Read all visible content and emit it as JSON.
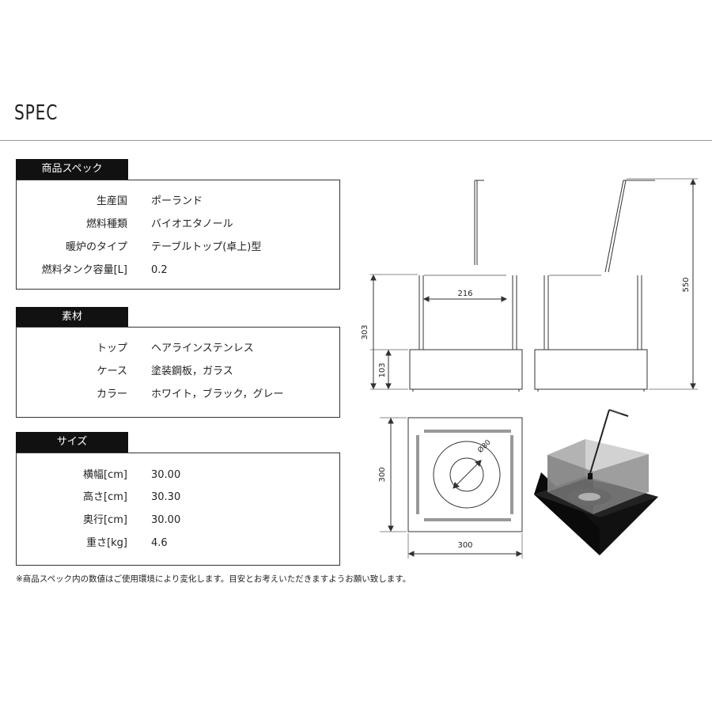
{
  "title": "SPEC",
  "sections": {
    "product": {
      "label": "商品スペック",
      "rows": [
        {
          "k": "生産国",
          "v": "ポーランド"
        },
        {
          "k": "燃料種類",
          "v": "バイオエタノール"
        },
        {
          "k": "暖炉のタイプ",
          "v": "テーブルトップ(卓上)型"
        },
        {
          "k": "燃料タンク容量[L]",
          "v": "0.2"
        }
      ]
    },
    "material": {
      "label": "素材",
      "rows": [
        {
          "k": "トップ",
          "v": "ヘアラインステンレス"
        },
        {
          "k": "ケース",
          "v": "塗装鋼板，ガラス"
        },
        {
          "k": "カラー",
          "v": "ホワイト，ブラック，グレー"
        }
      ]
    },
    "size": {
      "label": "サイズ",
      "rows": [
        {
          "k": "横幅[cm]",
          "v": "30.00"
        },
        {
          "k": "高さ[cm]",
          "v": "30.30"
        },
        {
          "k": "奥行[cm]",
          "v": "30.00"
        },
        {
          "k": "重さ[kg]",
          "v": "4.6"
        }
      ]
    }
  },
  "note": "※商品スペック内の数値はご使用環境により変化します。目安とお考えいただきますようお願い致します。",
  "dimensions": {
    "width_inner": "216",
    "height_total": "303",
    "base_height": "103",
    "overall_height": "550",
    "depth": "300",
    "width": "300",
    "burner_diameter": "Ø80"
  },
  "colors": {
    "label_bg": "#111111",
    "border": "#333333",
    "rule": "#999999"
  }
}
